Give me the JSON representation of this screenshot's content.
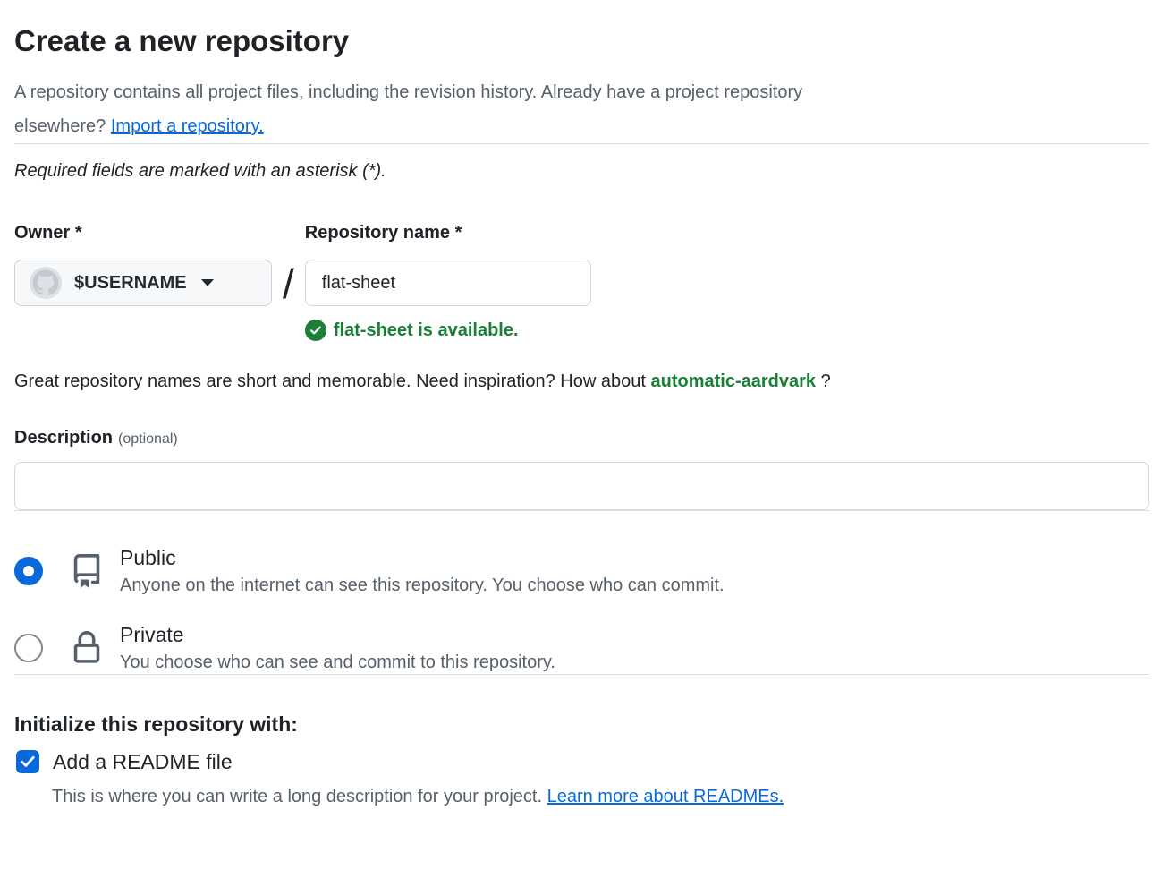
{
  "page": {
    "title": "Create a new repository",
    "intro": {
      "line1": "A repository contains all project files, including the revision history. Already have a project repository",
      "line2_prefix": "elsewhere?",
      "import_link_label": "Import a repository."
    },
    "required_note": "Required fields are marked with an asterisk (*)."
  },
  "owner": {
    "label": "Owner",
    "required_mark": "*",
    "value": "$USERNAME",
    "separator": "/"
  },
  "repo_name": {
    "label": "Repository name",
    "required_mark": "*",
    "value": "flat-sheet",
    "availability_message": "flat-sheet is available."
  },
  "suggestion": {
    "text_before": "Great repository names are short and memorable. Need inspiration? How about",
    "suggested_name": "automatic-aardvark",
    "text_after": "?"
  },
  "description": {
    "label": "Description",
    "optional_label": "(optional)",
    "value": ""
  },
  "visibility": {
    "options": [
      {
        "label": "Public",
        "description": "Anyone on the internet can see this repository. You choose who can commit.",
        "selected": true,
        "icon": "repo-book-icon"
      },
      {
        "label": "Private",
        "description": "You choose who can see and commit to this repository.",
        "selected": false,
        "icon": "lock-icon"
      }
    ]
  },
  "initialize": {
    "heading": "Initialize this repository with:",
    "readme_checkbox_label": "Add a README file",
    "readme_checked": true,
    "readme_help_text": "This is where you can write a long description for your project.",
    "readme_help_link": "Learn more about READMEs."
  },
  "icons": {
    "owner_avatar": "github-avatar-icon",
    "owner_dropdown": "caret-down-icon",
    "availability": "check-circle-icon",
    "public_option": "repo-book-icon",
    "private_option": "lock-icon",
    "readme_checkbox": "checkmark-icon"
  },
  "colors": {
    "link_blue": "#0969da",
    "accent_blue": "#0969da",
    "success_green": "#1a7f37",
    "text_primary": "#1f2328",
    "text_muted": "#57606a",
    "annotation_dash": "#e8430e"
  },
  "annotations": {
    "style": "orange-dashed-box",
    "targets": [
      "repository-name-field",
      "public-option",
      "initialize-with-readme"
    ]
  }
}
